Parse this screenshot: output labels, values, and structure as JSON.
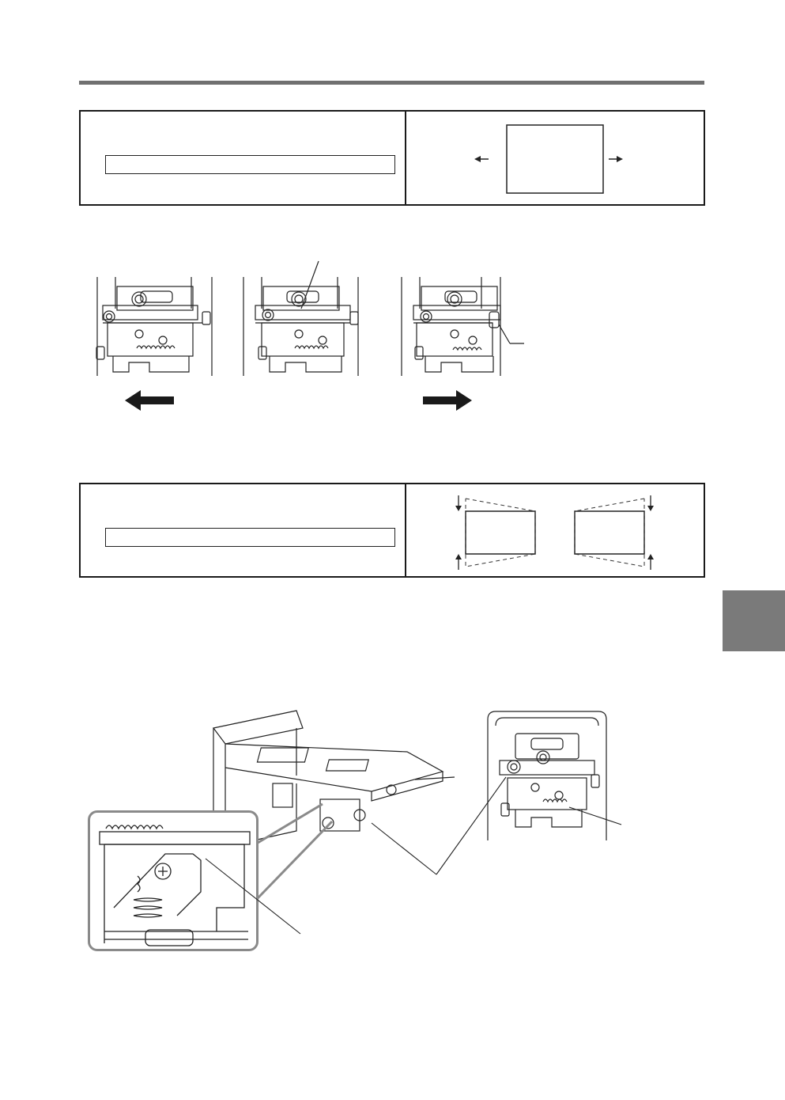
{
  "page": {
    "background": "#ffffff",
    "rule_color": "#707070",
    "tab_color": "#7a7a7a"
  },
  "sections": [
    {
      "name": "horizontal-shift-table",
      "icon": "horizontal-move-diagram-icon"
    },
    {
      "name": "keystone-table",
      "icon": "keystone-diagram-icon"
    }
  ],
  "figures": [
    {
      "name": "lens-shift-left-illustration",
      "icon": "left-arrow-icon"
    },
    {
      "name": "lens-shift-center-illustration"
    },
    {
      "name": "lens-shift-right-illustration",
      "icon": "right-arrow-icon"
    },
    {
      "name": "mount-assembly-perspective-illustration"
    },
    {
      "name": "mount-assembly-front-illustration"
    },
    {
      "name": "detail-zoom-inset"
    }
  ]
}
